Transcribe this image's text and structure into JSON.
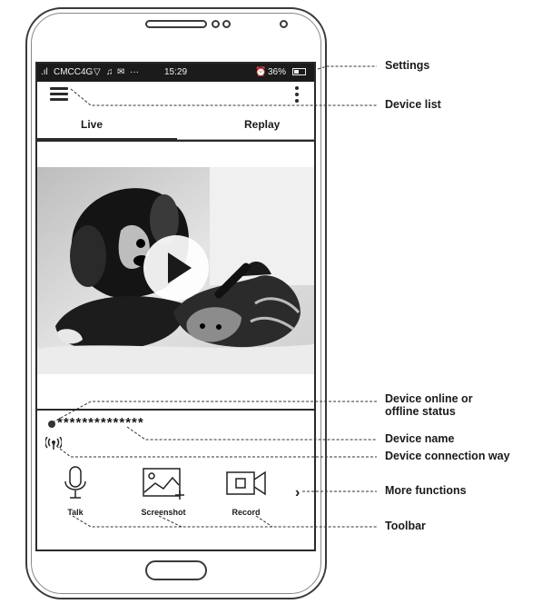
{
  "status_bar": {
    "carrier": "CMCC4G",
    "time": "15:29",
    "battery": "36%"
  },
  "tabs": [
    {
      "label": "Live",
      "active": true
    },
    {
      "label": "Replay",
      "active": false
    }
  ],
  "device": {
    "name": "**************",
    "online": true
  },
  "toolbar": [
    {
      "label": "Talk",
      "icon": "microphone-icon"
    },
    {
      "label": "Screenshot",
      "icon": "image-add-icon"
    },
    {
      "label": "Record",
      "icon": "video-camera-icon"
    }
  ],
  "annotations": {
    "settings": "Settings",
    "device_list": "Device list",
    "online_status_line1": "Device online or",
    "online_status_line2": "offline status",
    "device_name": "Device name",
    "connection_way": "Device connection way",
    "more_functions": "More functions",
    "toolbar": "Toolbar"
  },
  "colors": {
    "line": "#2a2a2a",
    "status_bar_bg": "#1b1b1b"
  }
}
